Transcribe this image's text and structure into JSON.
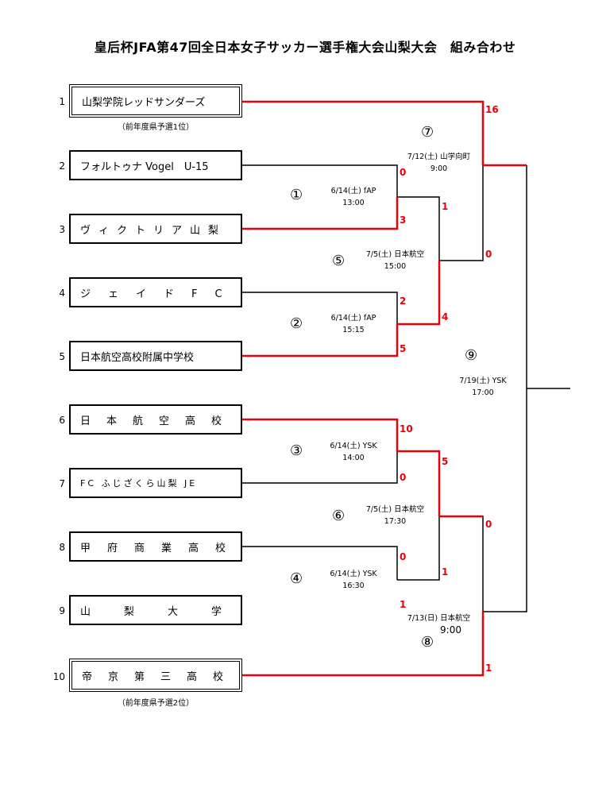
{
  "title": "皇后杯JFA第47回全日本女子サッカー選手権大会山梨大会　組み合わせ",
  "teams": [
    {
      "seed": "1",
      "name": "山梨学院レッドサンダーズ",
      "note": "（前年度県予選1位）"
    },
    {
      "seed": "2",
      "name": "フォルトゥナ Vogel　U-15"
    },
    {
      "seed": "3",
      "name": "ヴィクトリア山梨"
    },
    {
      "seed": "4",
      "name": "ジェイドFC"
    },
    {
      "seed": "5",
      "name": "日本航空高校附属中学校"
    },
    {
      "seed": "6",
      "name": "日本航空高校"
    },
    {
      "seed": "7",
      "name": "FC ふじざくら山梨 JE"
    },
    {
      "seed": "8",
      "name": "甲府商業高校"
    },
    {
      "seed": "9",
      "name": "山梨大学"
    },
    {
      "seed": "10",
      "name": "帝京第三高校",
      "note": "（前年度県予選2位）"
    }
  ],
  "matches": [
    {
      "num": "①",
      "date": "6/14(土) fAP",
      "time": "13:00"
    },
    {
      "num": "②",
      "date": "6/14(土) fAP",
      "time": "15:15"
    },
    {
      "num": "③",
      "date": "6/14(土) YSK",
      "time": "14:00"
    },
    {
      "num": "④",
      "date": "6/14(土) YSK",
      "time": "16:30"
    },
    {
      "num": "⑤",
      "date": "7/5(土) 日本航空",
      "time": "15:00"
    },
    {
      "num": "⑥",
      "date": "7/5(土) 日本航空",
      "time": "17:30"
    },
    {
      "num": "⑦",
      "date": "7/12(土) 山学向町",
      "time": "9:00"
    },
    {
      "num": "⑧",
      "date": "7/13(日) 日本航空",
      "time": "9:00"
    },
    {
      "num": "⑨",
      "date": "7/19(土) YSK",
      "time": "17:00"
    }
  ],
  "scores": {
    "m1_top": "0",
    "m1_bot": "3",
    "m2_top": "2",
    "m2_bot": "5",
    "m3_top": "10",
    "m3_bot": "0",
    "m4_top": "0",
    "m4_bot": "1",
    "m5_top": "1",
    "m5_bot": "4",
    "m6_top": "5",
    "m6_bot": "1",
    "m7_top": "16",
    "m7_bot": "0",
    "m8_top": "0",
    "m8_bot": "1"
  },
  "colors": {
    "winner_line": "#e8000b",
    "loser_line": "#000000"
  }
}
